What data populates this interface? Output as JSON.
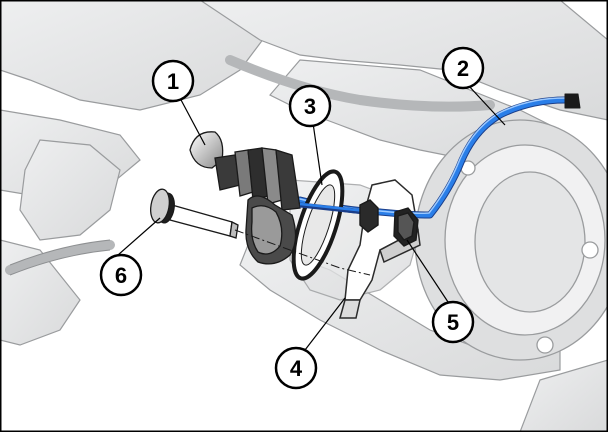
{
  "callouts": [
    {
      "label": "1"
    },
    {
      "label": "2"
    },
    {
      "label": "3"
    },
    {
      "label": "4"
    },
    {
      "label": "5"
    },
    {
      "label": "6"
    }
  ],
  "colors": {
    "background": "#ffffff",
    "ghost_fill": "#e6e7e8",
    "ghost_line": "#9a9c9e",
    "part_fill": "#ffffff",
    "part_dark": "#1a1a1a",
    "cable_blue": "#2a7ee8",
    "cable_light": "#9cc9ff",
    "frame": "#000000"
  }
}
